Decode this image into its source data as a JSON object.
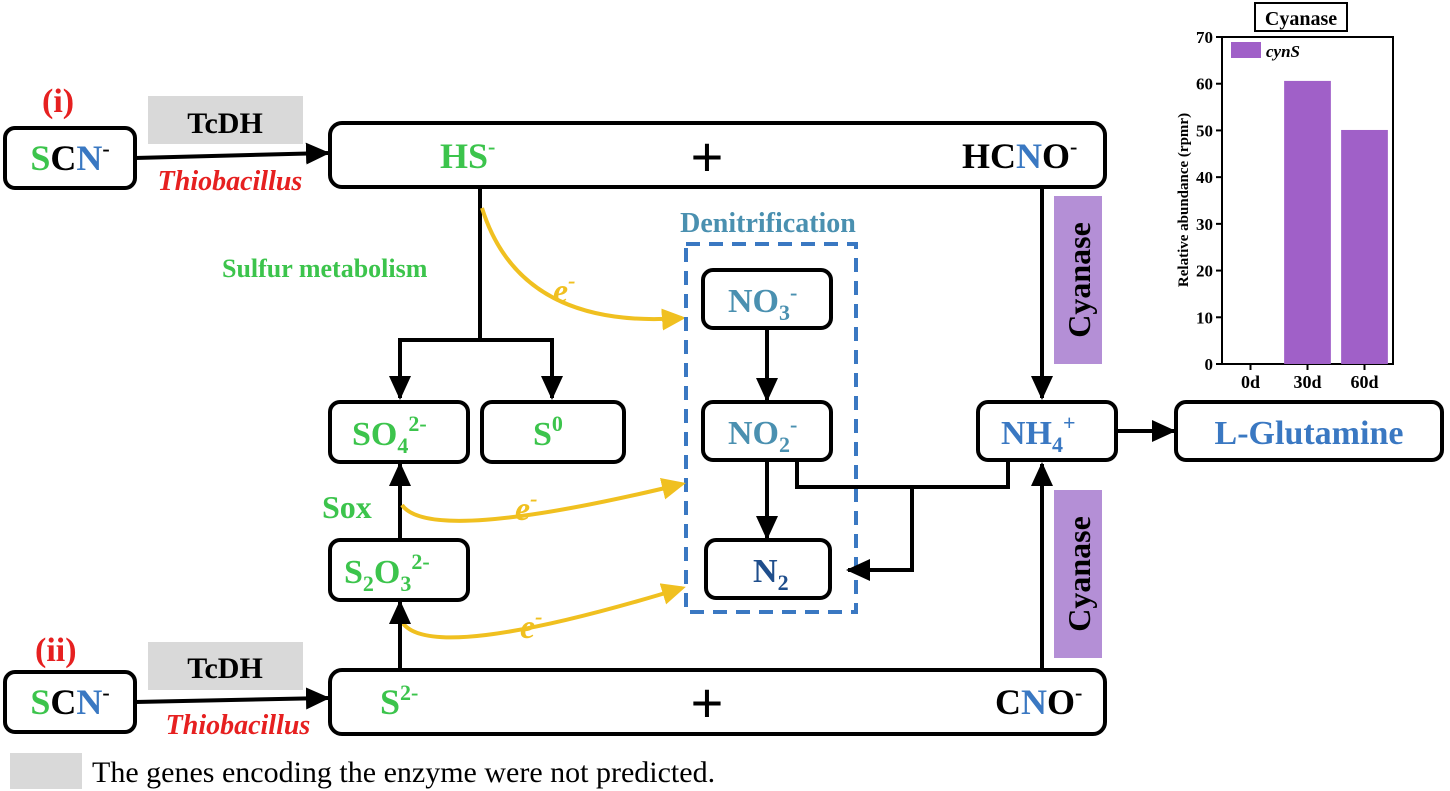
{
  "colors": {
    "green": "#3cc44c",
    "blue": "#3a78c2",
    "teal": "#4a90b0",
    "red": "#e62020",
    "black": "#000000",
    "yellow": "#f0c020",
    "dash_blue": "#3a78c2",
    "gene_box": "#d9d9d9",
    "purple": "#b48fd6",
    "bar": "#a060c8"
  },
  "labels": {
    "route_i": "(i)",
    "route_ii": "(ii)",
    "tcdh": "TcDH",
    "thiobacillus": "Thiobacillus",
    "scn_s": "S",
    "scn_c": "C",
    "scn_n": "N",
    "minus": "-",
    "hs": "HS",
    "plus": "+",
    "hcno_hc": "HC",
    "hcno_n": "N",
    "hcno_o": "O",
    "s2": "S",
    "s2_sup": "2-",
    "cno_c": "C",
    "cno_n": "N",
    "cno_o": "O",
    "sulfur_metabolism": "Sulfur metabolism",
    "electron": "e",
    "denitrification": "Denitrification",
    "no3": "NO",
    "no3_sub": "3",
    "no2": "NO",
    "no2_sub": "2",
    "n2": "N",
    "n2_sub": "2",
    "so4": "SO",
    "so4_sub": "4",
    "so4_sup": "2-",
    "s0": "S",
    "s0_sup": "0",
    "sox": "Sox",
    "s2o3_s": "S",
    "s2o3_sub1": "2",
    "s2o3_o": "O",
    "s2o3_sub2": "3",
    "s2o3_sup": "2-",
    "nh4": "NH",
    "nh4_sub": "4",
    "nh4_sup": "+",
    "l_glutamine": "L-Glutamine",
    "cyanase": "Cyanase",
    "legend_text": "The genes encoding the enzyme were not predicted."
  },
  "chart_data": {
    "type": "bar",
    "title": "Cyanase",
    "categories": [
      "0d",
      "30d",
      "60d"
    ],
    "series": [
      {
        "name": "cynS",
        "values": [
          0,
          60.6,
          50.1
        ]
      }
    ],
    "ylabel": "Relative abundance (rpmr)",
    "xlabel": "",
    "ylim": [
      0,
      70
    ],
    "yticks": [
      0,
      10,
      20,
      30,
      40,
      50,
      60,
      70
    ],
    "legend_position": "top-left"
  }
}
